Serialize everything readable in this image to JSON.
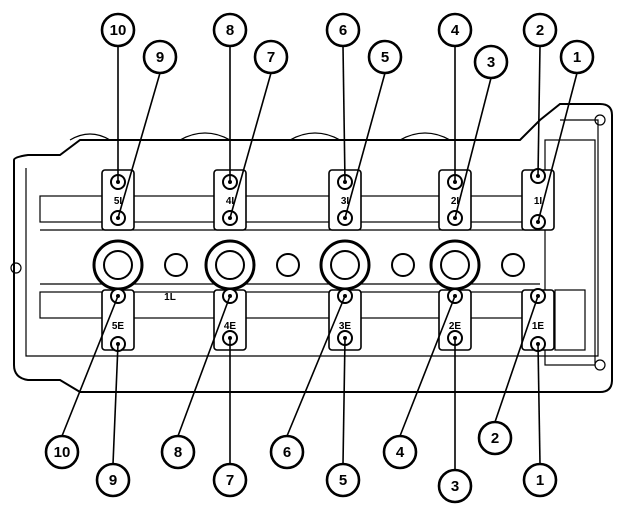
{
  "diagram": {
    "cap_labels_intake": [
      "5I",
      "4I",
      "3I",
      "2I",
      "1I"
    ],
    "cap_labels_exhaust": [
      "5E",
      "4E",
      "3E",
      "2E",
      "1E"
    ],
    "front_labels": [
      "1L",
      "1L"
    ],
    "callouts_top": [
      {
        "label": "10"
      },
      {
        "label": "9"
      },
      {
        "label": "8"
      },
      {
        "label": "7"
      },
      {
        "label": "6"
      },
      {
        "label": "5"
      },
      {
        "label": "4"
      },
      {
        "label": "3"
      },
      {
        "label": "2"
      },
      {
        "label": "1"
      }
    ],
    "callouts_bottom": [
      {
        "label": "10"
      },
      {
        "label": "9"
      },
      {
        "label": "8"
      },
      {
        "label": "7"
      },
      {
        "label": "6"
      },
      {
        "label": "5"
      },
      {
        "label": "4"
      },
      {
        "label": "3"
      },
      {
        "label": "2"
      },
      {
        "label": "1"
      }
    ]
  }
}
